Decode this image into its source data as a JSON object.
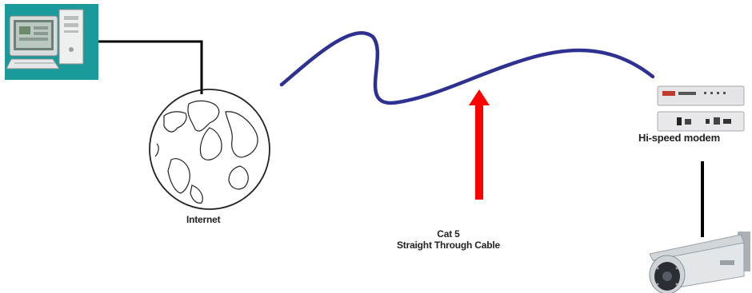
{
  "labels": {
    "internet": "Internet",
    "modem": "Hi-speed modem",
    "cable_line1": "Cat 5",
    "cable_line2": "Straight Through Cable"
  },
  "colors": {
    "cable": "#2e3192",
    "arrow": "#ff0000",
    "wire": "#000000",
    "pc_background": "#1a9a9a"
  },
  "icons": [
    "desktop-computer-icon",
    "globe-icon",
    "modem-icon",
    "ip-camera-icon"
  ]
}
